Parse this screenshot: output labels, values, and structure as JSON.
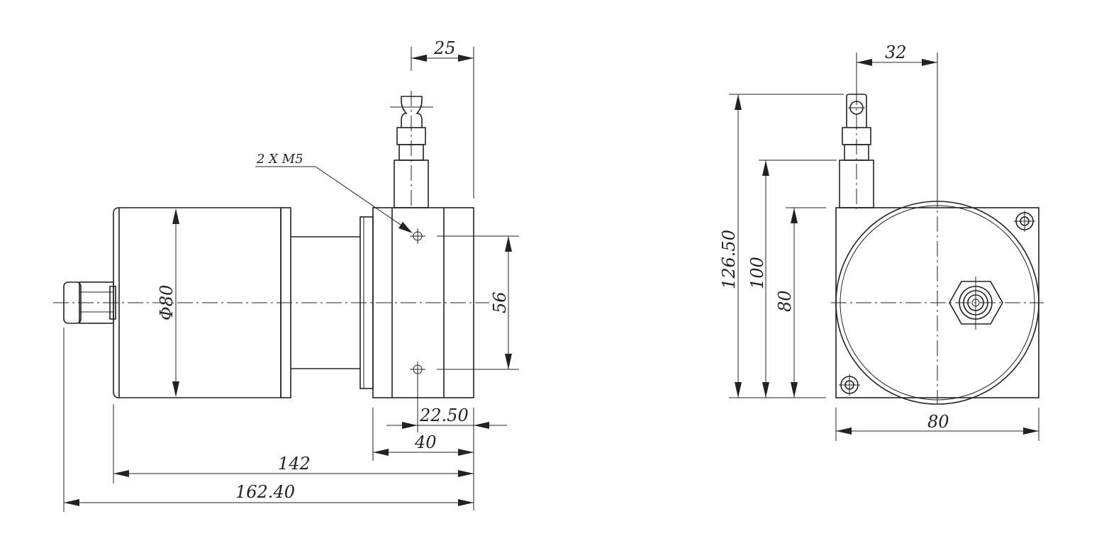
{
  "side_view": {
    "dim_25": "25",
    "callout": "2 X M5",
    "dim_phi80": "Φ80",
    "dim_56": "56",
    "dim_22_50": "22.50",
    "dim_40": "40",
    "dim_142": "142",
    "dim_162_40": "162.40"
  },
  "front_view": {
    "dim_32": "32",
    "dim_126_50": "126.50",
    "dim_100": "100",
    "dim_80_vertical": "80",
    "dim_80_horizontal": "80"
  },
  "colors": {
    "line": "#222222",
    "background": "#ffffff"
  }
}
